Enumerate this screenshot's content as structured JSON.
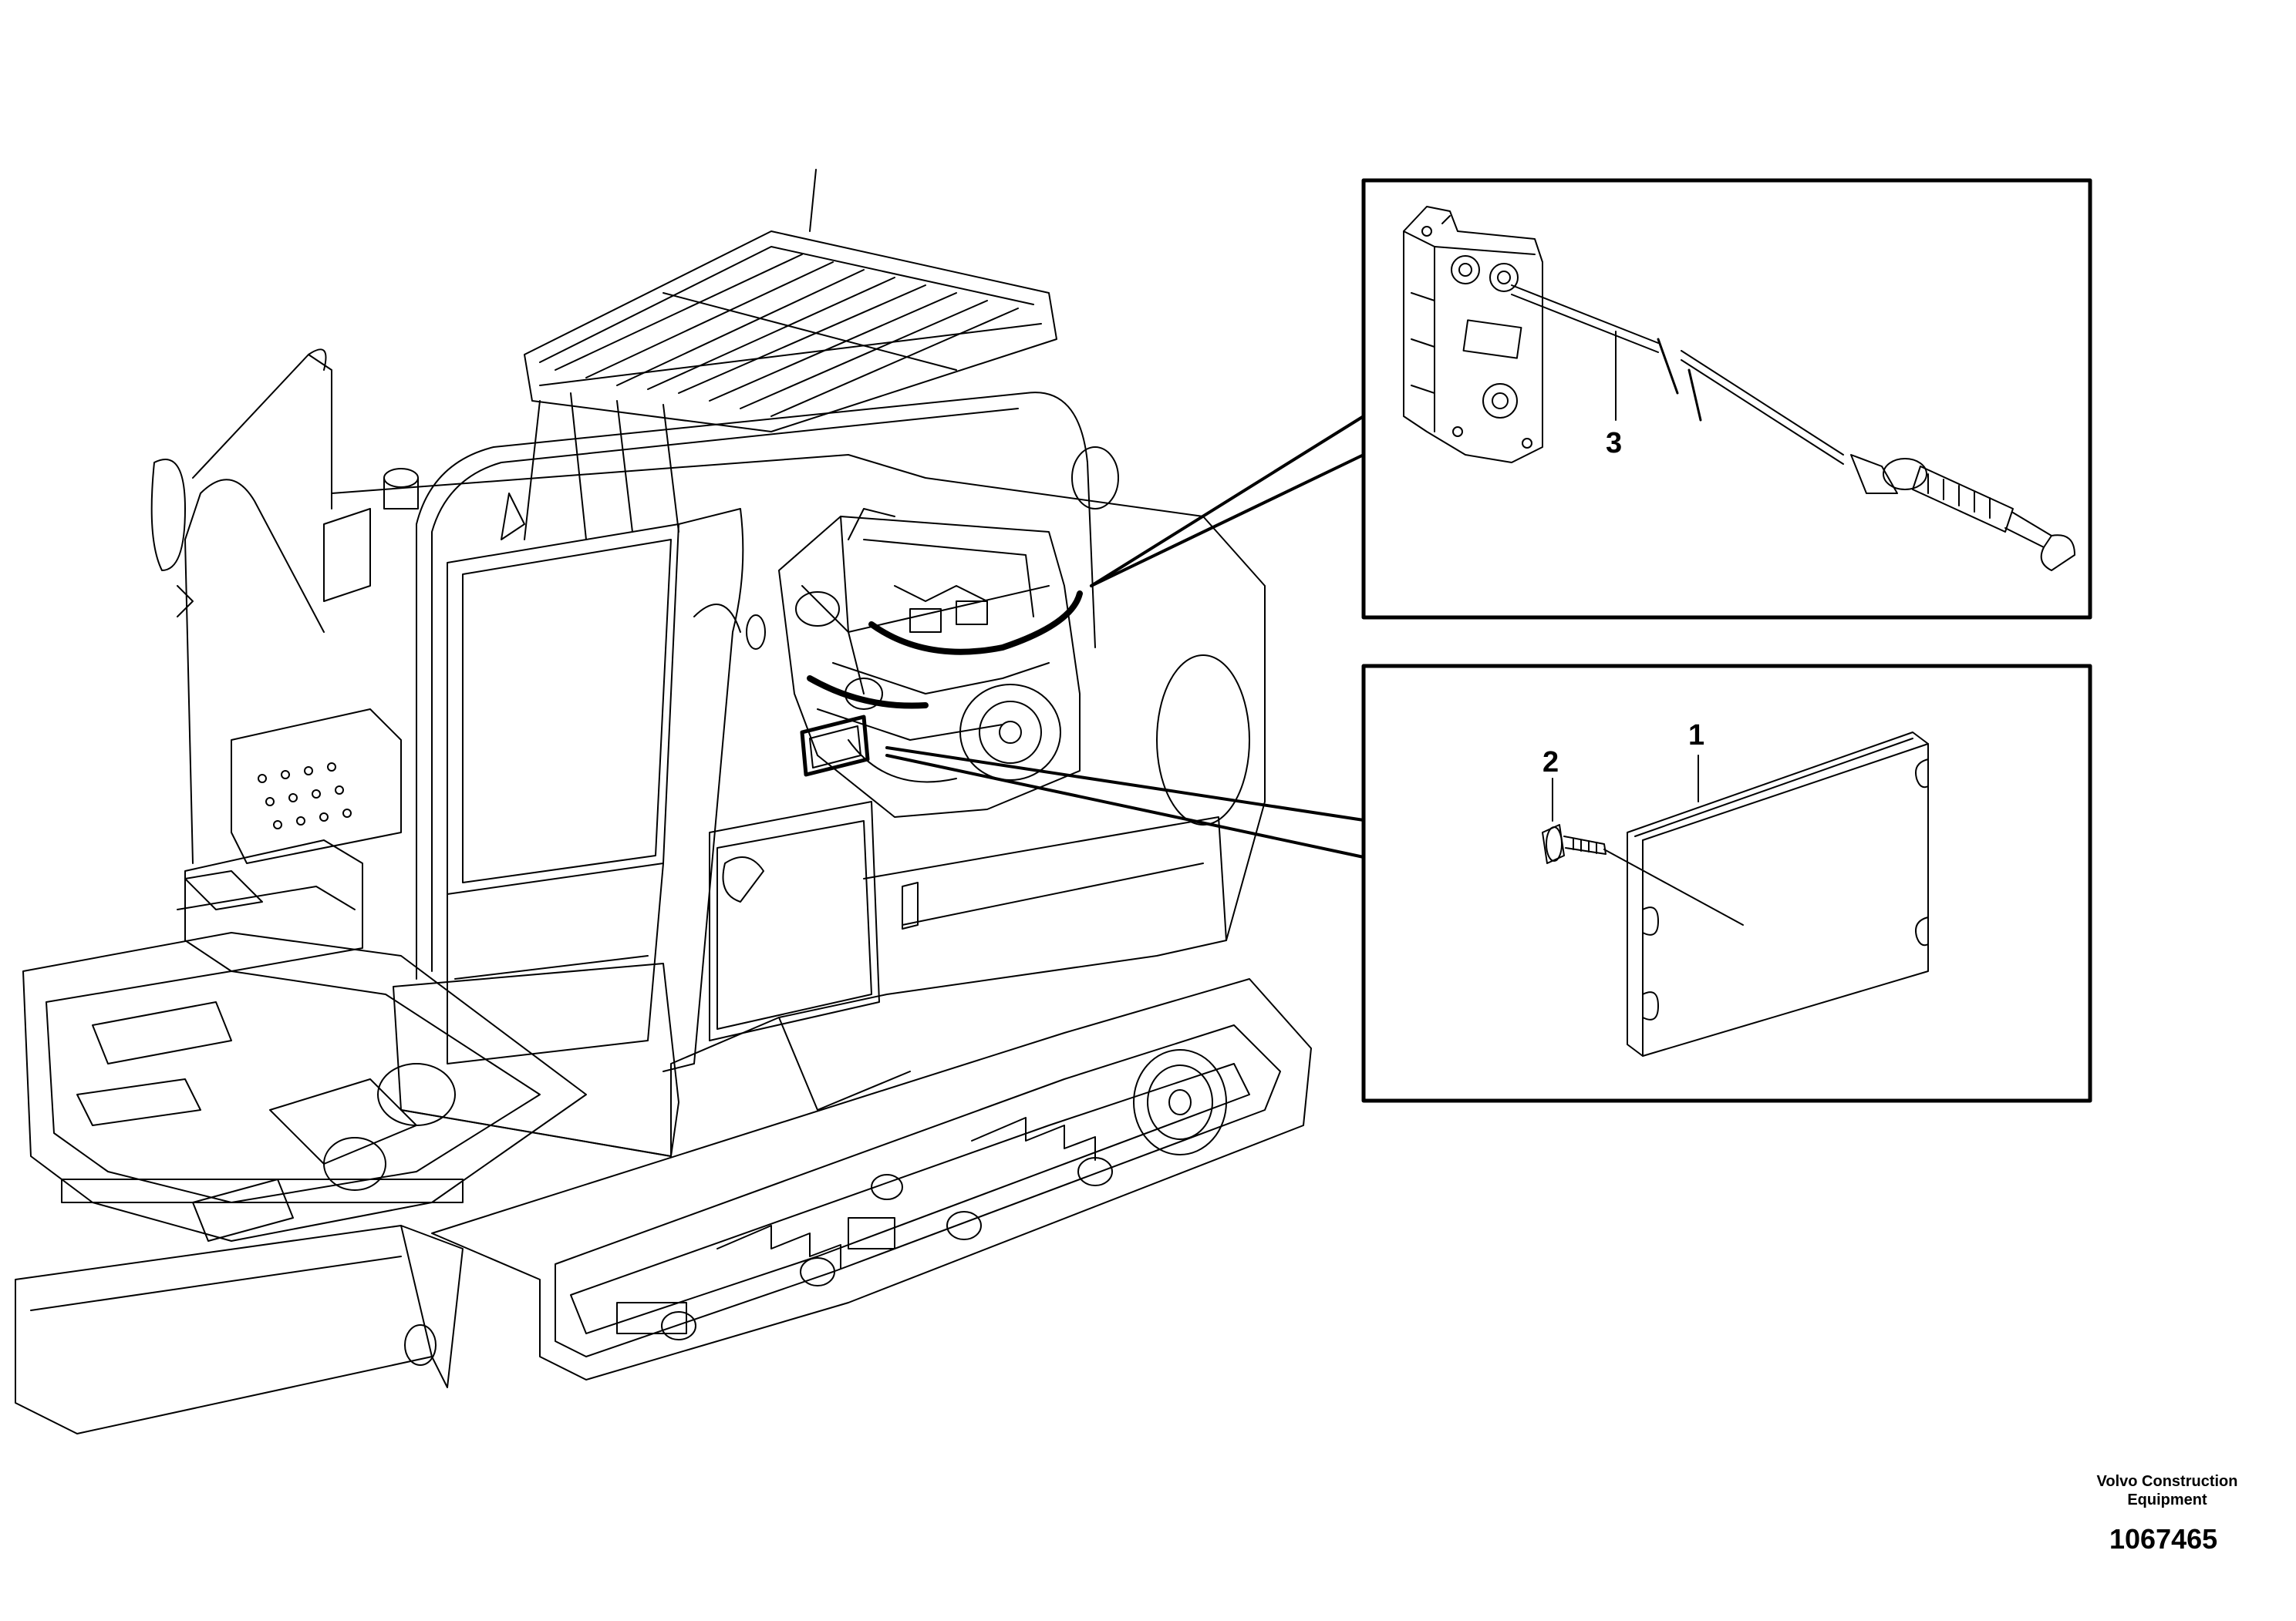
{
  "callouts": {
    "part_1": "1",
    "part_2": "2",
    "part_3": "3"
  },
  "credit": {
    "line1": "Volvo Construction",
    "line2": "Equipment"
  },
  "document_number": "1067465",
  "colors": {
    "line": "#000000",
    "background": "#ffffff"
  }
}
